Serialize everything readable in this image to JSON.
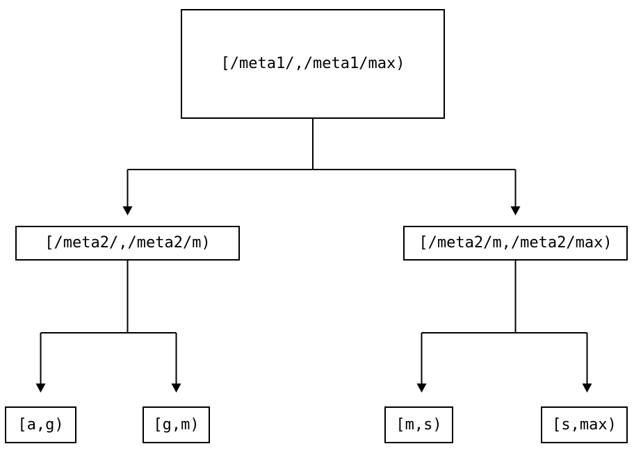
{
  "diagram": {
    "type": "tree",
    "description": "Binary interval partition tree diagram",
    "nodes": {
      "root": {
        "label": "[/meta1/,/meta1/max)"
      },
      "left": {
        "label": "[/meta2/,/meta2/m)"
      },
      "right": {
        "label": "[/meta2/m,/meta2/max)"
      },
      "leaf_ag": {
        "label": "[a,g)"
      },
      "leaf_gm": {
        "label": "[g,m)"
      },
      "leaf_ms": {
        "label": "[m,s)"
      },
      "leaf_smax": {
        "label": "[s,max)"
      }
    },
    "edges": [
      {
        "from": "root",
        "to": "left"
      },
      {
        "from": "root",
        "to": "right"
      },
      {
        "from": "left",
        "to": "leaf_ag"
      },
      {
        "from": "left",
        "to": "leaf_gm"
      },
      {
        "from": "right",
        "to": "leaf_ms"
      },
      {
        "from": "right",
        "to": "leaf_smax"
      }
    ],
    "colors": {
      "line": "#000000",
      "border": "#000000",
      "text": "#000000",
      "bg": "#ffffff"
    }
  }
}
